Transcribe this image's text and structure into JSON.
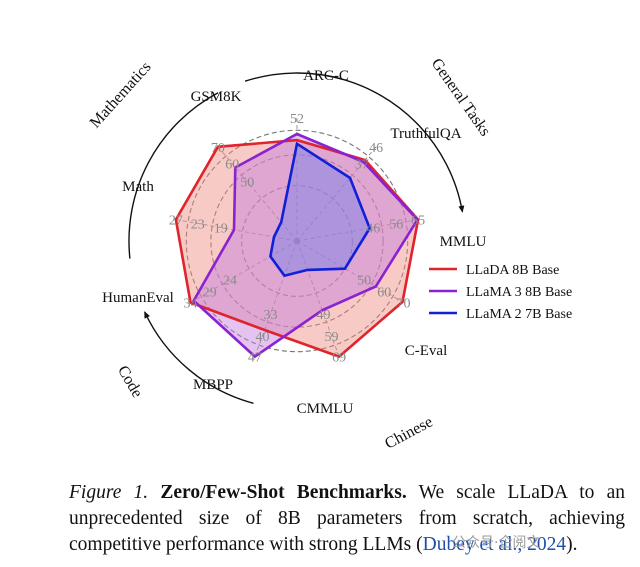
{
  "chart_data": {
    "type": "radar",
    "axes": [
      "ARC-C",
      "TruthfulQA",
      "MMLU",
      "C-Eval",
      "CMMLU",
      "MBPP",
      "HumanEval",
      "Math",
      "GSM8K"
    ],
    "ring_labels": [
      [
        "52",
        "",
        ""
      ],
      [
        "46",
        "37",
        ""
      ],
      [
        "65",
        "56",
        "46"
      ],
      [
        "70",
        "60",
        "50"
      ],
      [
        "69",
        "59",
        "49"
      ],
      [
        "47",
        "40",
        "33"
      ],
      [
        "34",
        "29",
        "24"
      ],
      [
        "27",
        "23",
        "19"
      ],
      [
        "70",
        "60",
        "50"
      ]
    ],
    "series": [
      {
        "name": "LLaDA 8B Base",
        "color": "#e0242b",
        "fill": "#f08a80",
        "values": [
          0.82,
          0.86,
          1.0,
          0.99,
          1.0,
          0.77,
          1.0,
          1.0,
          1.0
        ]
      },
      {
        "name": "LLaMA 3 8B Base",
        "color": "#8a22d0",
        "fill": "#c47ae0",
        "values": [
          0.87,
          0.84,
          0.995,
          0.74,
          0.6,
          1.0,
          0.97,
          0.52,
          0.78
        ]
      },
      {
        "name": "LLaMA 2 7B Base",
        "color": "#1020d8",
        "fill": "#6e7ee8",
        "values": [
          0.79,
          0.67,
          0.6,
          0.45,
          0.25,
          0.3,
          0.25,
          0.19,
          0.2
        ]
      }
    ],
    "groups": [
      "General Tasks",
      "Chinese",
      "Code",
      "Mathematics"
    ],
    "grid": true
  },
  "caption": {
    "figure_label": "Figure 1.",
    "title": "Zero/Few-Shot Benchmarks.",
    "text": " We scale LLaDA to an unprecedented size of 8B parameters from scratch, achieving competitive performance with strong LLMs (",
    "citation": "Dubey et al., 2024",
    "end": ")."
  },
  "watermark": "公众号·企阅文"
}
